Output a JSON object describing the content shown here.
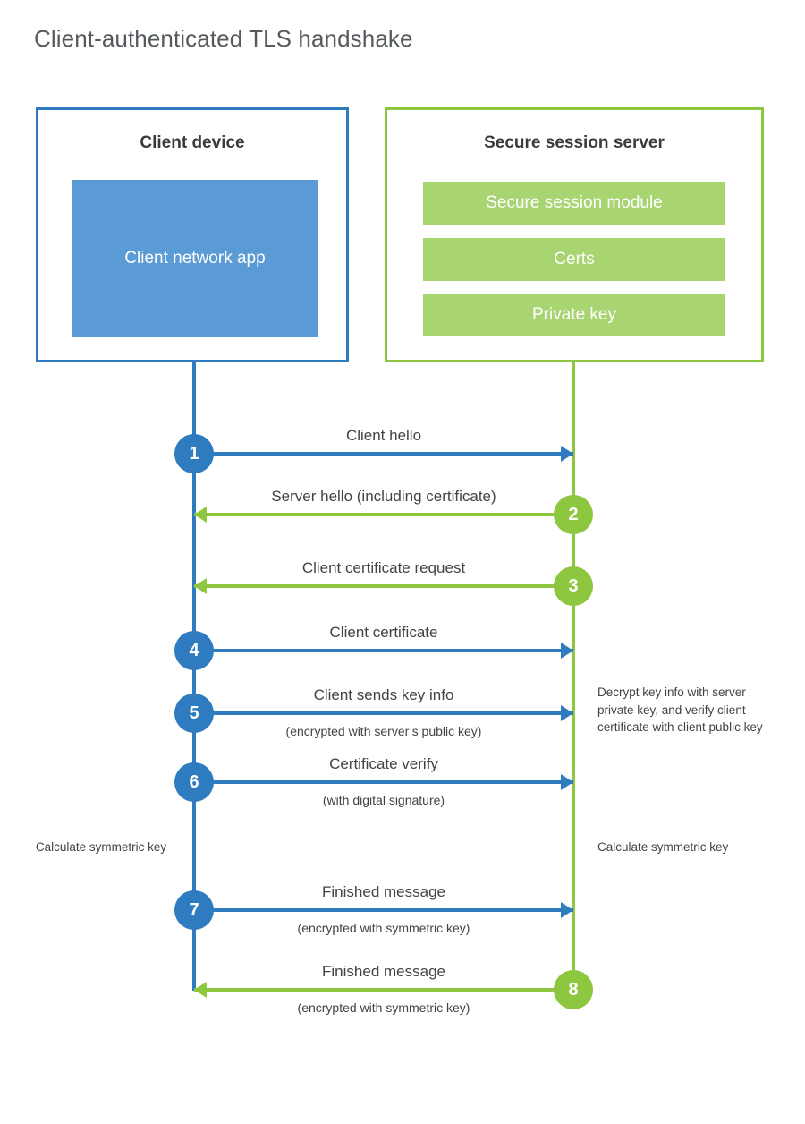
{
  "title": "Client-authenticated TLS handshake",
  "colors": {
    "client_blue": "#2e7cbf",
    "client_app_fill": "#5b9bd5",
    "server_green": "#8dc63f",
    "server_bar_fill": "#a9d472",
    "text_dark": "#404347",
    "title_gray": "#555a5e"
  },
  "client": {
    "title": "Client device",
    "app_label": "Client network app"
  },
  "server": {
    "title": "Secure session server",
    "components": [
      "Secure session module",
      "Certs",
      "Private key"
    ]
  },
  "steps": [
    {
      "number": "1",
      "side": "client",
      "direction": "right",
      "label": "Client hello",
      "sub": ""
    },
    {
      "number": "2",
      "side": "server",
      "direction": "left",
      "label": "Server hello (including certificate)",
      "sub": ""
    },
    {
      "number": "3",
      "side": "server",
      "direction": "left",
      "label": "Client certificate request",
      "sub": ""
    },
    {
      "number": "4",
      "side": "client",
      "direction": "right",
      "label": "Client certificate",
      "sub": ""
    },
    {
      "number": "5",
      "side": "client",
      "direction": "right",
      "label": "Client sends key info",
      "sub": "(encrypted with server’s public key)"
    },
    {
      "number": "6",
      "side": "client",
      "direction": "right",
      "label": "Certificate verify",
      "sub": "(with digital signature)"
    },
    {
      "number": "7",
      "side": "client",
      "direction": "right",
      "label": "Finished message",
      "sub": "(encrypted with symmetric key)"
    },
    {
      "number": "8",
      "side": "server",
      "direction": "left",
      "label": "Finished message",
      "sub": "(encrypted with symmetric key)"
    }
  ],
  "notes": {
    "server_decrypt": "Decrypt key info with server private key, and verify client certificate with client public key",
    "client_calculate": "Calculate symmetric key",
    "server_calculate": "Calculate symmetric key"
  }
}
